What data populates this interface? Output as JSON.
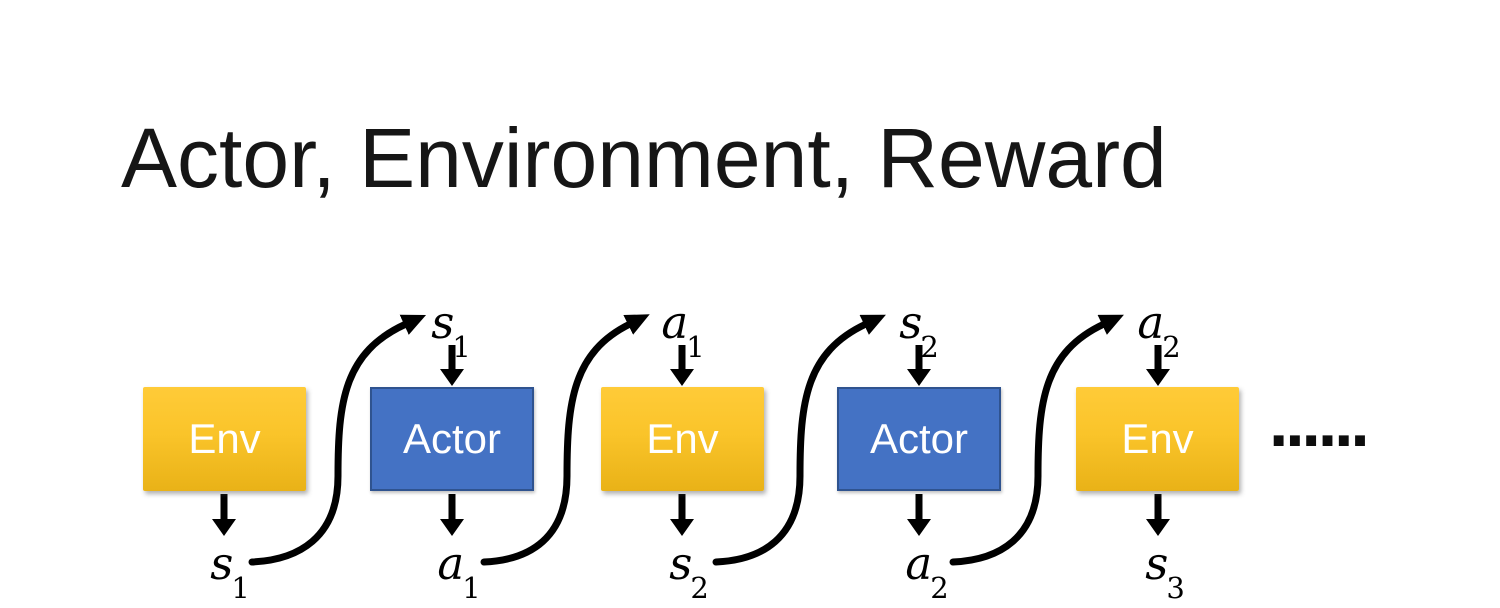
{
  "title": "Actor, Environment, Reward",
  "ellipsis": "......",
  "colors": {
    "env_gradient_top": "#FFCB38",
    "env_gradient_bottom": "#E9B217",
    "actor_fill": "#4472C4",
    "actor_border": "#2F538F",
    "arrow_color": "#000000",
    "title_color": "#161616",
    "box_text_color": "#FFFFFF"
  },
  "boxes": [
    {
      "id": "env-1",
      "label": "Env",
      "type": "env",
      "bottom_label": {
        "base": "s",
        "sub": "1"
      }
    },
    {
      "id": "actor-1",
      "label": "Actor",
      "type": "actor",
      "top_label": {
        "base": "s",
        "sub": "1"
      },
      "bottom_label": {
        "base": "a",
        "sub": "1"
      }
    },
    {
      "id": "env-2",
      "label": "Env",
      "type": "env",
      "top_label": {
        "base": "a",
        "sub": "1"
      },
      "bottom_label": {
        "base": "s",
        "sub": "2"
      }
    },
    {
      "id": "actor-2",
      "label": "Actor",
      "type": "actor",
      "top_label": {
        "base": "s",
        "sub": "2"
      },
      "bottom_label": {
        "base": "a",
        "sub": "2"
      }
    },
    {
      "id": "env-3",
      "label": "Env",
      "type": "env",
      "top_label": {
        "base": "a",
        "sub": "2"
      },
      "bottom_label": {
        "base": "s",
        "sub": "3"
      }
    }
  ],
  "flow_connections": [
    {
      "from": "s1 (Env output)",
      "to": "s1 (Actor input)"
    },
    {
      "from": "a1 (Actor output)",
      "to": "a1 (Env input)"
    },
    {
      "from": "s2 (Env output)",
      "to": "s2 (Actor input)"
    },
    {
      "from": "a2 (Actor output)",
      "to": "a2 (Env input)"
    }
  ]
}
